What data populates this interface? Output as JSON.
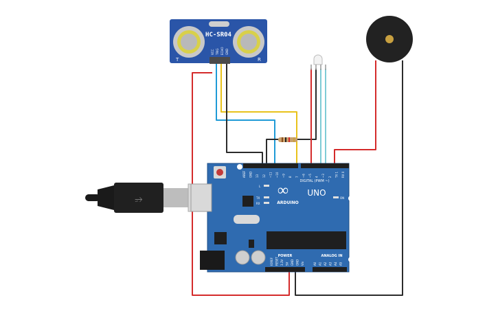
{
  "sensor": {
    "title": "HC-SR04",
    "left_mark": "T",
    "right_mark": "R",
    "pins": [
      "VCC",
      "TRIG",
      "ECHO",
      "GND"
    ]
  },
  "board": {
    "logo": "ARDUINO",
    "model": "UNO",
    "digital_label": "DIGITAL (PWM ~)",
    "power_label": "POWER",
    "analog_label": "ANALOG IN",
    "led_on": "ON",
    "led_l": "L",
    "led_tx": "TX",
    "led_rx": "RX",
    "top_pins": [
      "AREF",
      "GND",
      "13",
      "12",
      "~11",
      "~10",
      "~9",
      "8",
      "7",
      "~6",
      "~5",
      "4",
      "~3",
      "2",
      "TX 1",
      "RX 0"
    ],
    "power_pins": [
      "IOREF",
      "RESET",
      "3.3V",
      "5V",
      "GND",
      "GND",
      "Vin"
    ],
    "analog_pins": [
      "A0",
      "A1",
      "A2",
      "A3",
      "A4",
      "A5"
    ]
  },
  "colors": {
    "board": "#2f6bb0",
    "board_dark": "#1f4f87",
    "sensor": "#2a55a8",
    "wire_red": "#d42a2a",
    "wire_black": "#2b2b2b",
    "wire_yellow": "#e8c21a",
    "wire_blue": "#1e9ad6",
    "wire_cyan": "#7ecbd6",
    "buzzer": "#222222",
    "buzzer_center": "#c8a040"
  }
}
